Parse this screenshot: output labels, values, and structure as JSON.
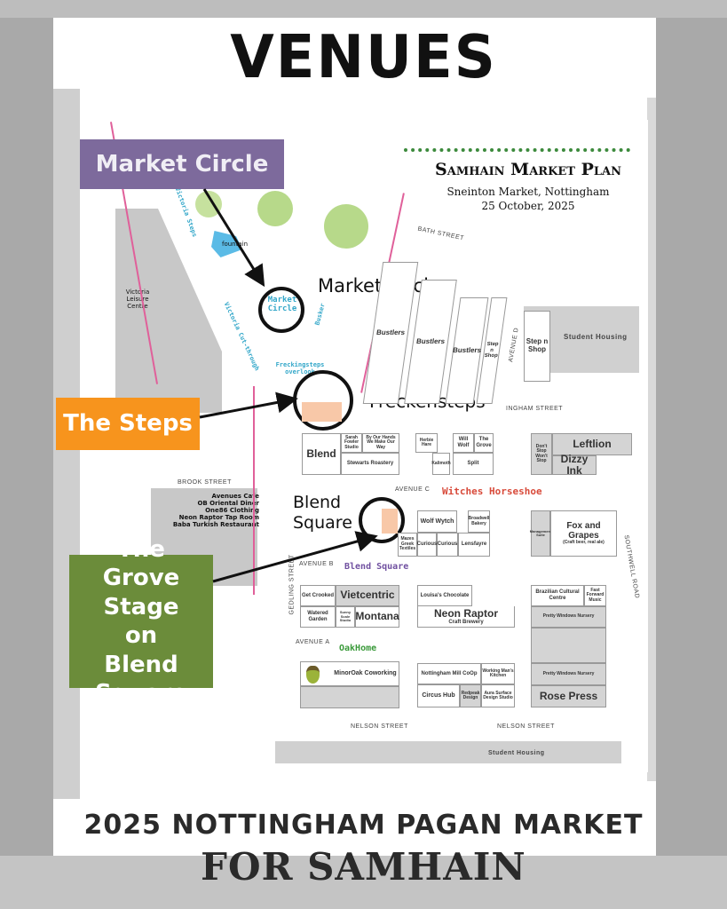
{
  "title": "VENUES",
  "callouts": {
    "market_circle": "Market Circle",
    "the_steps": "The Steps",
    "grove_stage": "The Grove Stage on Blend Square"
  },
  "plan": {
    "title": "Samhain Market Plan",
    "subtitle": "Sneinton Market, Nottingham",
    "date": "25 October, 2025"
  },
  "map_labels": {
    "market_circle": "Market Circle",
    "freckensteps": "Freckensteps",
    "blend_square": "Blend Square",
    "witches_horseshoe": "Witches Horseshoe",
    "blend_square_hand": "Blend Square",
    "oakhome": "OakHome",
    "market_circle_small": "Market Circle",
    "freckingsteps_overlook": "Freckingsteps overlook",
    "fountain": "fountain",
    "victoria_steps": "Victoria Steps",
    "victoria_cut": "Victoria Cut-through",
    "busker": "Busker",
    "victoria_leisure": "Victoria Leisure Centre",
    "avenues": "Avenues Cafe\nOB Oriental Diner\nOne86 Clothing\nNeon Raptor Tap Room\nBaba Turkish Restaurant"
  },
  "streets": {
    "bath": "BATH STREET",
    "brook": "BROOK STREET",
    "nelson": "NELSON STREET",
    "gedling": "GEDLING STREET",
    "southwell": "SOUTHWELL ROAD",
    "avenue_a": "AVENUE A",
    "avenue_b": "AVENUE B",
    "avenue_c": "AVENUE C",
    "avenue_d": "AVENUE D",
    "bottesford": "INGHAM STREET",
    "student": "Student Housing",
    "student2": "Student Housing"
  },
  "stalls": [
    "Bustlers",
    "Bustlers",
    "Bustlers",
    "Step n Shop",
    "Step n Shop",
    "Blend",
    "Sarah Fowler Studio",
    "By Our Hands We Make Our Way",
    "Stewarts Roastery",
    "Herbie Hare",
    "Will Wolf",
    "The Grove",
    "Kalimoth",
    "Split",
    "Don't Stop Won't Stop",
    "Leftlion",
    "Dizzy Ink",
    "Wolf Wytch",
    "Broadwell Bakery",
    "Mazes Greek Textiles",
    "Curious",
    "Curious",
    "Lensfayre",
    "Management Suite",
    "Fox and Grapes",
    "Get Crooked",
    "Vietcentric",
    "Watered Garden",
    "Sunny Scale Studio",
    "Montana",
    "Louisa's Chocolate",
    "Neon Raptor",
    "Brazilian Cultural Centre",
    "Fast Forward Music",
    "Pretty Windows Nursery",
    "MinorOak Coworking",
    "Nottingham Mill CoOp",
    "Working Man's Kitchen",
    "Circus Hub",
    "Redpeak Design",
    "Aura Surface Design Studio",
    "Pretty Windows Nursery",
    "Rose Press"
  ],
  "stall_notes": {
    "neon_raptor_sub": "Craft Brewery",
    "fox_sub": "(Craft beer, real ale)"
  },
  "footer": {
    "line1": "2025 NOTTINGHAM PAGAN MARKET",
    "line2": "FOR SAMHAIN"
  },
  "colors": {
    "purple": "#7d6a9c",
    "orange": "#f7941d",
    "green": "#6b8c3a",
    "pink": "#e0609a",
    "cyan": "#33a7c9"
  }
}
